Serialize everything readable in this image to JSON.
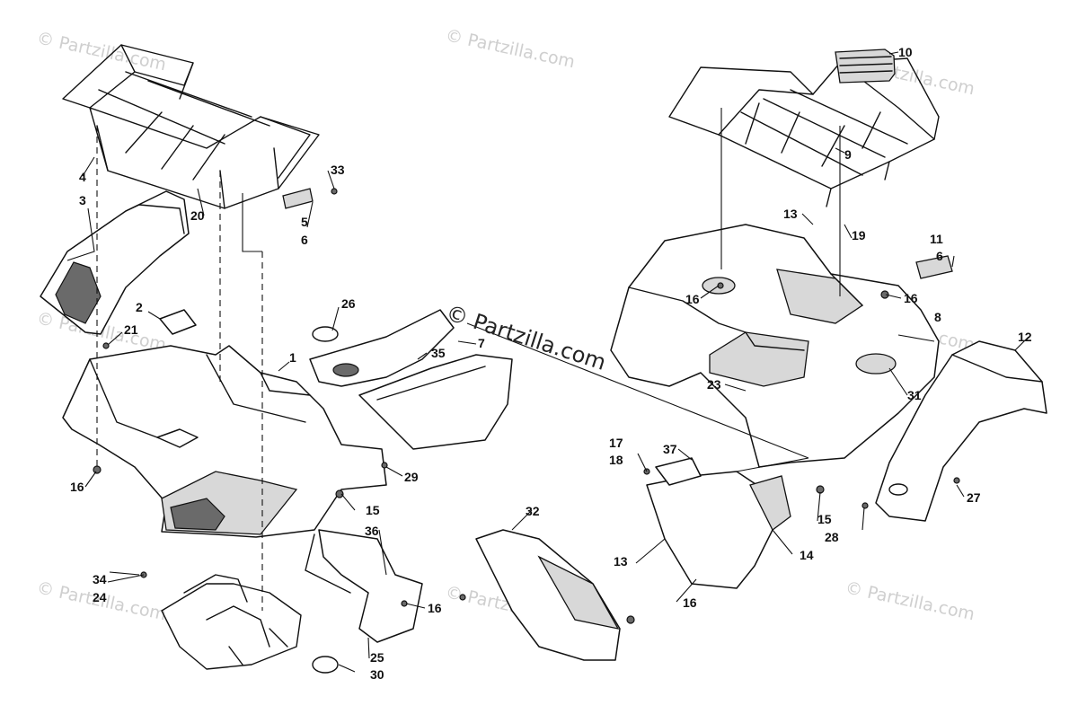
{
  "watermark": {
    "repeated_text": "© Partzilla.com",
    "center_text": "© Partzilla.com"
  },
  "callouts": {
    "c1": "1",
    "c2": "2",
    "c3": "3",
    "c4": "4",
    "c5": "5",
    "c6a": "6",
    "c6b": "6",
    "c7": "7",
    "c8": "8",
    "c9": "9",
    "c10": "10",
    "c11": "11",
    "c12": "12",
    "c13a": "13",
    "c13b": "13",
    "c14": "14",
    "c15a": "15",
    "c15b": "15",
    "c16a": "16",
    "c16b": "16",
    "c16c": "16",
    "c16d": "16",
    "c16e": "16",
    "c17": "17",
    "c18": "18",
    "c19": "19",
    "c20": "20",
    "c21": "21",
    "c23": "23",
    "c24": "24",
    "c25": "25",
    "c26": "26",
    "c27": "27",
    "c28": "28",
    "c29": "29",
    "c30": "30",
    "c31": "31",
    "c32": "32",
    "c33": "33",
    "c34": "34",
    "c35": "35",
    "c36": "36",
    "c37": "37"
  }
}
